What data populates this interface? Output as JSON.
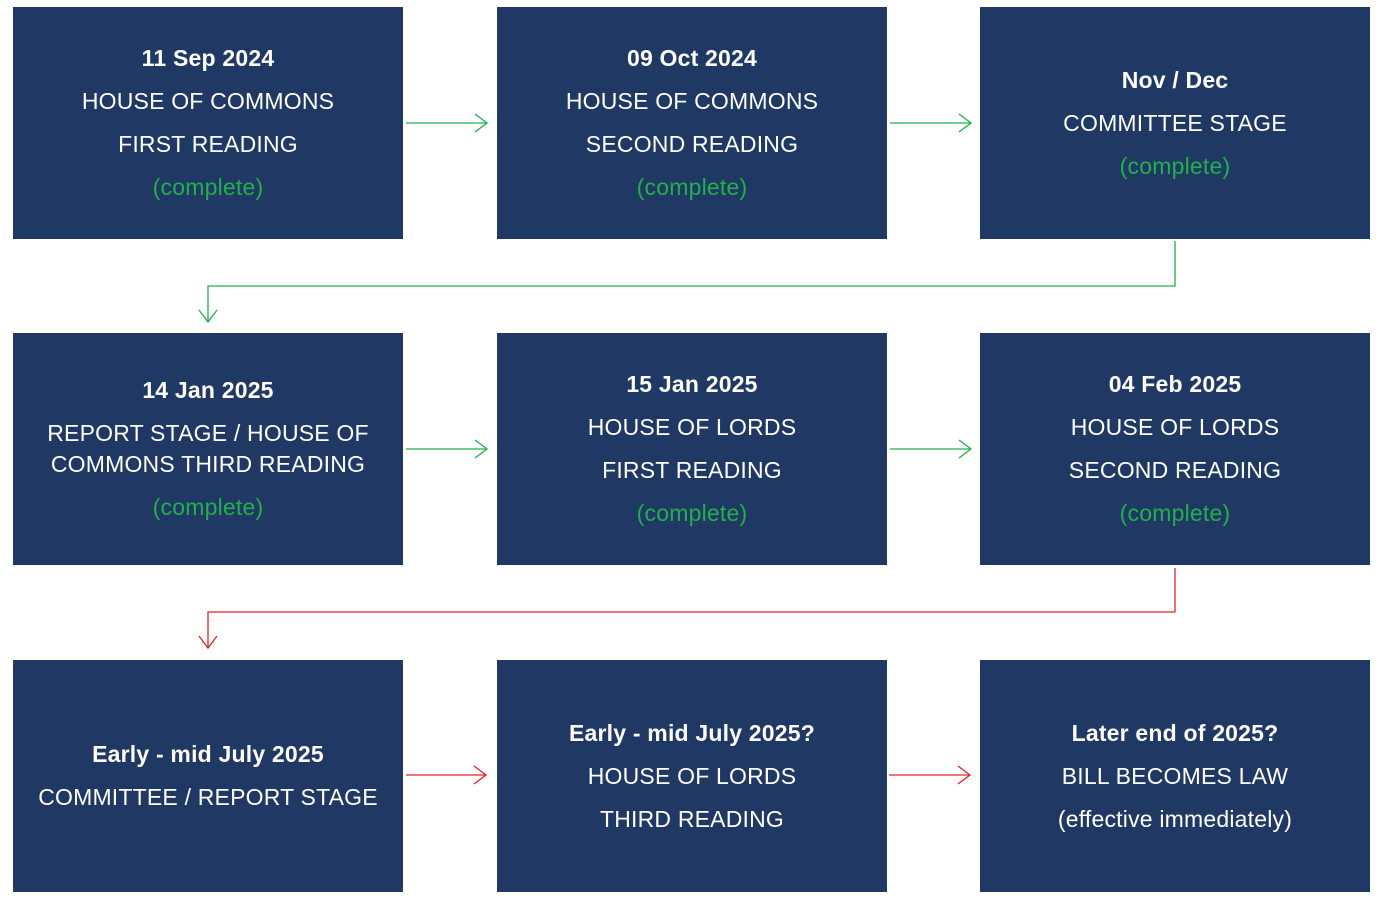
{
  "steps": [
    {
      "date": "11 Sep  2024",
      "lines": [
        "HOUSE OF COMMONS",
        "FIRST READING"
      ],
      "status": "(complete)"
    },
    {
      "date": "09 Oct 2024",
      "lines": [
        "HOUSE OF COMMONS",
        "SECOND READING"
      ],
      "status": "(complete)"
    },
    {
      "date": "Nov / Dec",
      "lines": [
        "COMMITTEE STAGE"
      ],
      "status": "(complete)"
    },
    {
      "date": "14 Jan 2025",
      "wrapped": "REPORT STAGE / HOUSE OF COMMONS THIRD READING",
      "status": "(complete)"
    },
    {
      "date": "15 Jan 2025",
      "lines": [
        "HOUSE OF LORDS",
        "FIRST READING"
      ],
      "status": "(complete)"
    },
    {
      "date": "04 Feb  2025",
      "lines": [
        "HOUSE OF LORDS",
        "SECOND READING"
      ],
      "status": "(complete)"
    },
    {
      "date": "Early - mid July 2025",
      "lines": [
        "COMMITTEE / REPORT STAGE"
      ]
    },
    {
      "date": "Early - mid July 2025?",
      "lines": [
        "HOUSE OF LORDS",
        "THIRD READING"
      ]
    },
    {
      "date": "Later end of 2025?",
      "lines": [
        "BILL BECOMES LAW",
        "(effective immediately)"
      ]
    }
  ],
  "colors": {
    "box_fill": "#1f3864",
    "box_text": "#ffffff",
    "complete_text": "#21b04b",
    "arrow_complete": "#21b04b",
    "arrow_pending": "#e8202a"
  }
}
